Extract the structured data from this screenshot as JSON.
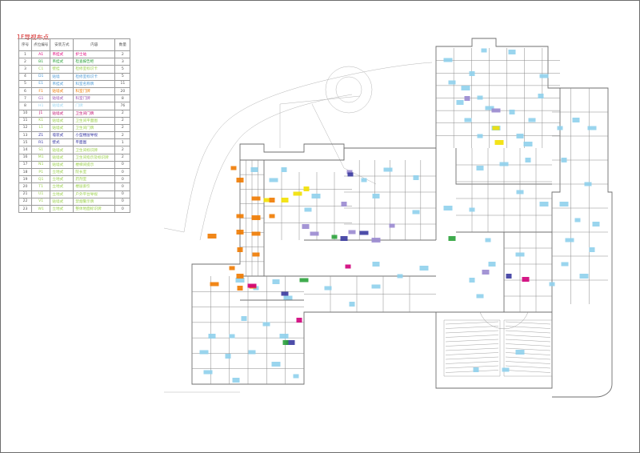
{
  "title": "1F导视布点",
  "legend": {
    "headers": [
      "序号",
      "点位编号",
      "安装方式",
      "内容",
      "数量"
    ],
    "rows": [
      {
        "idx": "1",
        "code": "A1",
        "type": "吊挂式",
        "name": "护士站",
        "qty": "2",
        "color": "#e0007a"
      },
      {
        "idx": "2",
        "code": "B1",
        "type": "吊挂式",
        "name": "检查报告柜",
        "qty": "3",
        "color": "#2aa23a"
      },
      {
        "idx": "3",
        "code": "C1",
        "type": "壁挂",
        "name": "检修室标识卡",
        "qty": "5",
        "color": "#9ad04a"
      },
      {
        "idx": "4",
        "code": "D1",
        "type": "贴墙",
        "name": "检修室标识卡",
        "qty": "5",
        "color": "#4d9bd6"
      },
      {
        "idx": "5",
        "code": "E1",
        "type": "吊挂式",
        "name": "科室名称牌",
        "qty": "11",
        "color": "#4d9bd6"
      },
      {
        "idx": "6",
        "code": "F1",
        "type": "贴墙式",
        "name": "科室门牌",
        "qty": "20",
        "color": "#f07a00"
      },
      {
        "idx": "7",
        "code": "G1",
        "type": "贴墙式",
        "name": "科室门牌",
        "qty": "8",
        "color": "#9b4fb0"
      },
      {
        "idx": "8",
        "code": "H1",
        "type": "贴墙式",
        "name": "门牌",
        "qty": "76",
        "color": "#9ad4f0"
      },
      {
        "idx": "10",
        "code": "J1",
        "type": "贴墙式",
        "name": "卫生间门牌",
        "qty": "2",
        "color": "#c01070"
      },
      {
        "idx": "11",
        "code": "K1",
        "type": "贴墙式",
        "name": "卫生间平面图",
        "qty": "2",
        "color": "#9ad04a"
      },
      {
        "idx": "12",
        "code": "L1",
        "type": "贴墙式",
        "name": "卫生间门牌",
        "qty": "2",
        "color": "#9ad04a"
      },
      {
        "idx": "13",
        "code": "Z1",
        "type": "墙装式",
        "name": "小型楼层导视",
        "qty": "2",
        "color": "#3030a0"
      },
      {
        "idx": "15",
        "code": "R1",
        "type": "壁式",
        "name": "平面图",
        "qty": "1",
        "color": "#3030a0"
      },
      {
        "idx": "14",
        "code": "S1",
        "type": "贴墙式",
        "name": "卫生间标识牌",
        "qty": "2",
        "color": "#9ad04a"
      },
      {
        "idx": "16",
        "code": "M1",
        "type": "贴墙式",
        "name": "卫生间指示及标识牌",
        "qty": "2",
        "color": "#9ad04a"
      },
      {
        "idx": "17",
        "code": "N1",
        "type": "贴墙式",
        "name": "楼梯间提示",
        "qty": "0",
        "color": "#9ad04a"
      },
      {
        "idx": "18",
        "code": "P1",
        "type": "立地式",
        "name": "院长室",
        "qty": "0",
        "color": "#9ad04a"
      },
      {
        "idx": "19",
        "code": "Q1",
        "type": "立地式",
        "name": "药剂室",
        "qty": "0",
        "color": "#9ad04a"
      },
      {
        "idx": "20",
        "code": "T1",
        "type": "立地式",
        "name": "楼层索引",
        "qty": "0",
        "color": "#9ad04a"
      },
      {
        "idx": "21",
        "code": "U1",
        "type": "立地式",
        "name": "户外平台导视",
        "qty": "0",
        "color": "#9ad04a"
      },
      {
        "idx": "22",
        "code": "V1",
        "type": "贴墙式",
        "name": "禁烟警示牌",
        "qty": "0",
        "color": "#9ad04a"
      },
      {
        "idx": "23",
        "code": "W1",
        "type": "立地式",
        "name": "整体地面标识牌",
        "qty": "0",
        "color": "#9ad04a"
      }
    ]
  },
  "plan": {
    "colors": {
      "wall": "#6f6f6f",
      "light": "#9a9a9a",
      "cyan": "#8fd0ec",
      "orange": "#f07a00",
      "purple": "#9a8ad0",
      "darkblue": "#3a3aa0",
      "yellow": "#f2e000",
      "green": "#2aa23a",
      "magenta": "#d0007a",
      "lime": "#9ad04a"
    }
  }
}
